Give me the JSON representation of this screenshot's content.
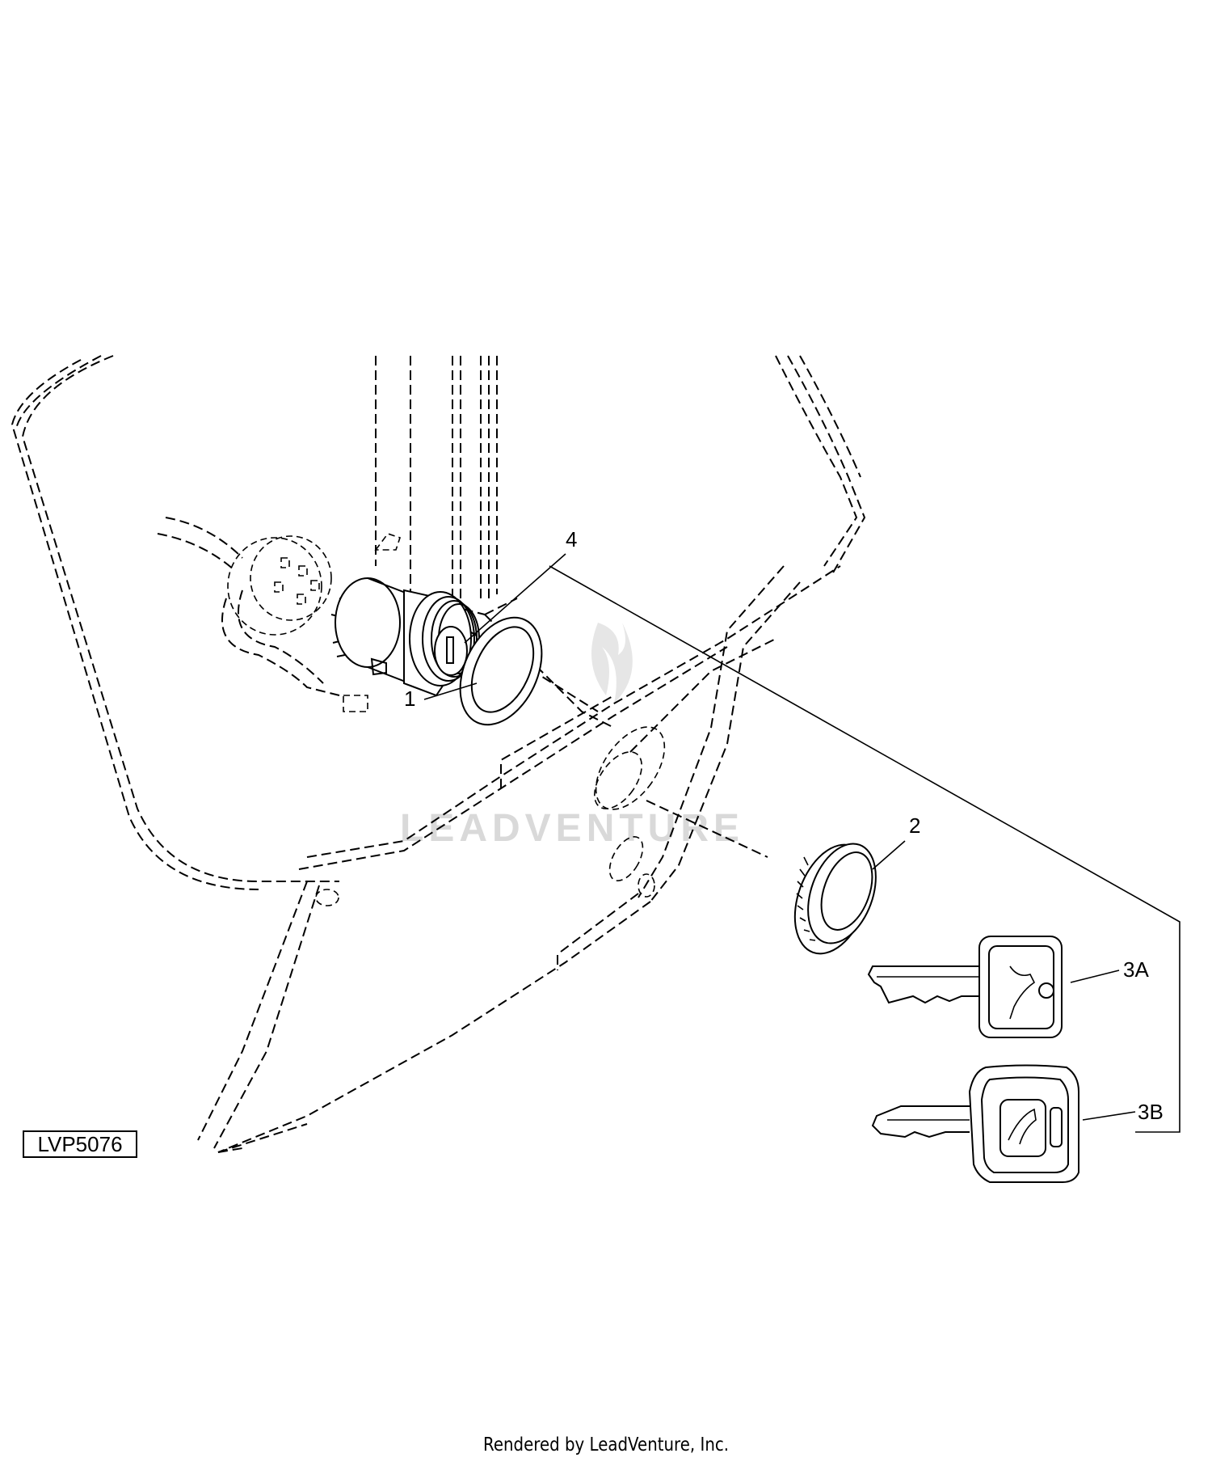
{
  "diagram": {
    "reference_code": "LVP5076",
    "watermark_text": "LEADVENTURE",
    "callouts": [
      {
        "id": "callout-1",
        "label": "1"
      },
      {
        "id": "callout-2",
        "label": "2"
      },
      {
        "id": "callout-3A",
        "label": "3A"
      },
      {
        "id": "callout-3B",
        "label": "3B"
      },
      {
        "id": "callout-4",
        "label": "4"
      }
    ]
  },
  "footer": {
    "text": "Rendered by LeadVenture, Inc."
  }
}
